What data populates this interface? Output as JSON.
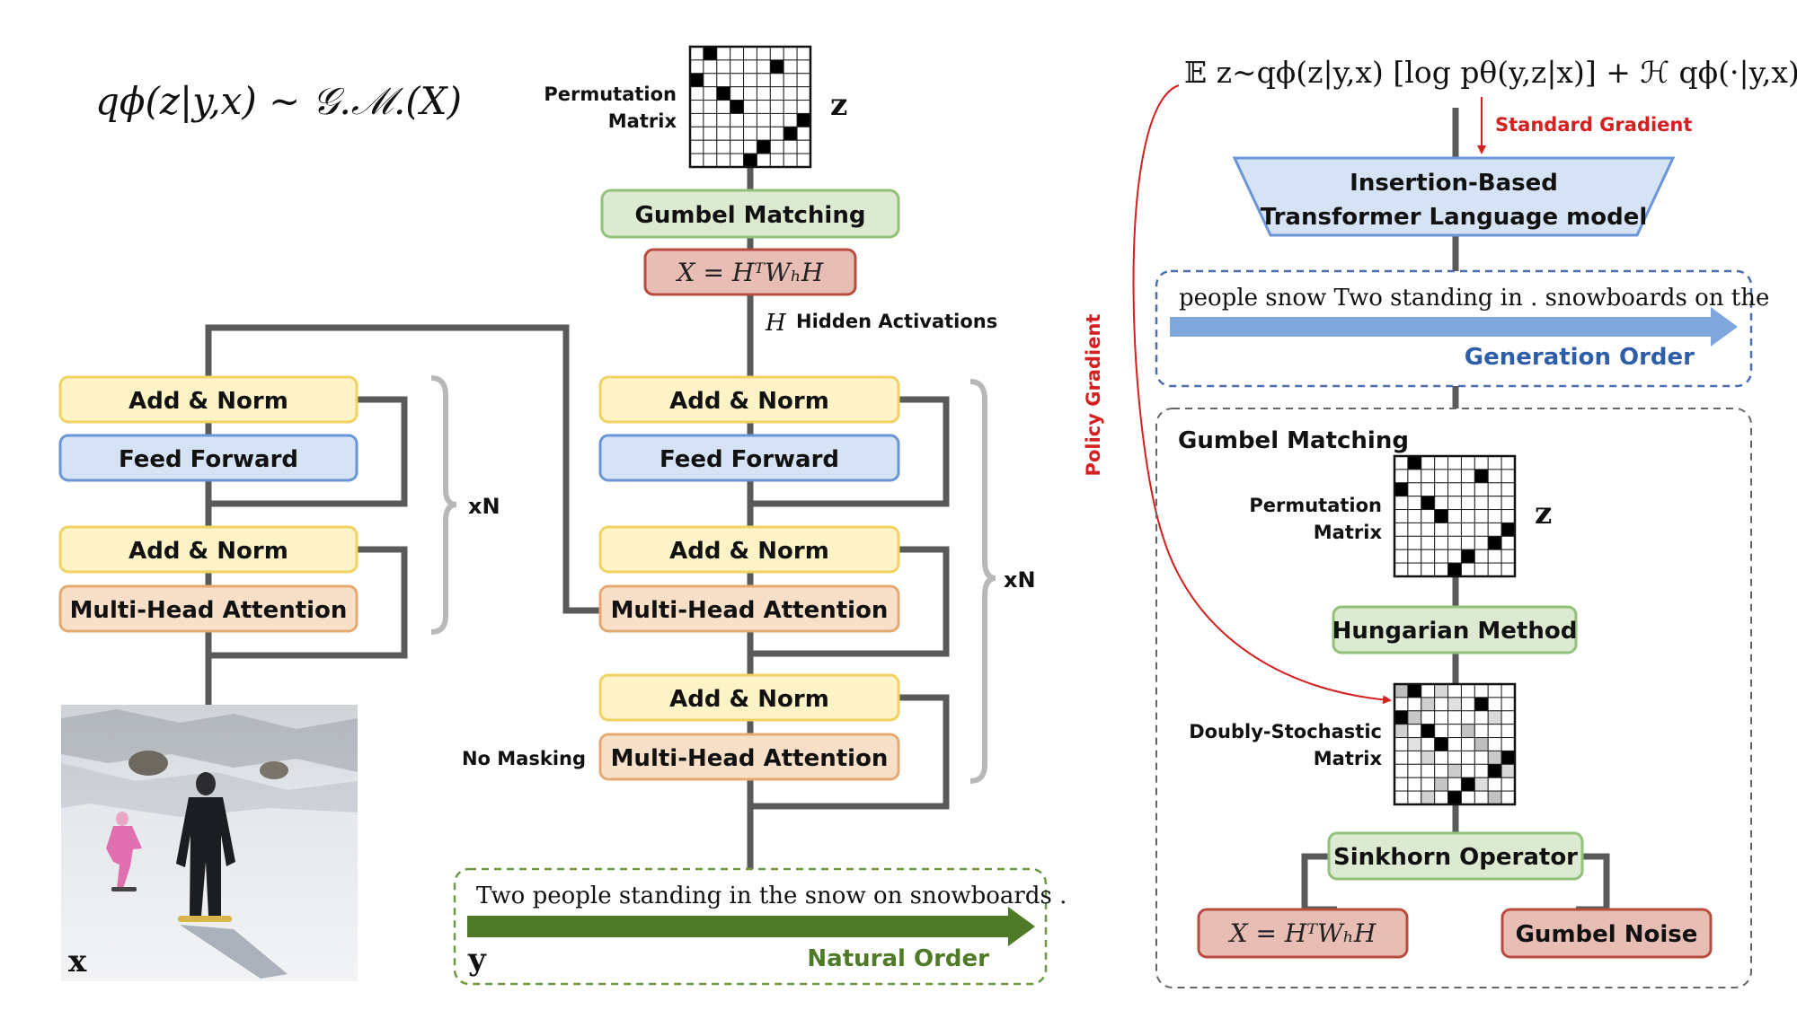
{
  "left_formula": "qϕ(z|y,x) ∼ 𝒢.ℳ.(X)",
  "permutation_label_1": "Permutation",
  "permutation_label_2": "Matrix",
  "z_symbol": "z",
  "x_symbol": "x",
  "y_symbol": "y",
  "H_symbol": "H",
  "hidden_activations": "Hidden Activations",
  "no_masking": "No Masking",
  "xN": "xN",
  "gumbel_matching": "Gumbel Matching",
  "xh_formula": "X = HᵀWₕH",
  "add_norm": "Add & Norm",
  "feed_forward": "Feed Forward",
  "multi_head_attention": "Multi-Head Attention",
  "natural_sentence": "Two people standing in the snow on snowboards .",
  "natural_order": "Natural Order",
  "objective_formula": "𝔼 z∼qϕ(z|y,x) [log pθ(y,z|x)] + ℋ qϕ(·|y,x)",
  "standard_gradient": "Standard Gradient",
  "policy_gradient": "Policy Gradient",
  "insertion_line1": "Insertion-Based",
  "insertion_line2": "Transformer Language model",
  "generation_sentence": "people snow Two standing in . snowboards on the",
  "generation_order": "Generation Order",
  "gumbel_matching_panel_title": "Gumbel Matching",
  "hungarian_method": "Hungarian Method",
  "doubly_label_1": "Doubly-Stochastic",
  "doubly_label_2": "Matrix",
  "sinkhorn_operator": "Sinkhorn Operator",
  "gumbel_noise": "Gumbel Noise",
  "colors": {
    "yellow_fill": "#fdf3c6",
    "yellow_stroke": "#f0d262",
    "blue_fill": "#d5e3f5",
    "blue_stroke": "#6a95d6",
    "orange_fill": "#f8e0c8",
    "orange_stroke": "#e4aa72",
    "green_fill": "#dbead1",
    "green_stroke": "#92c27a",
    "red_fill": "#e8bdb4",
    "red_stroke": "#b84c40",
    "line": "#5a5a5a",
    "bracket": "#b8b8b8",
    "green_arrow": "#4f7a28",
    "blue_arrow": "#7fa7dc",
    "red": "#d42020",
    "natural_order_text": "#4f7a28",
    "generation_order_text": "#2f5ea8"
  }
}
